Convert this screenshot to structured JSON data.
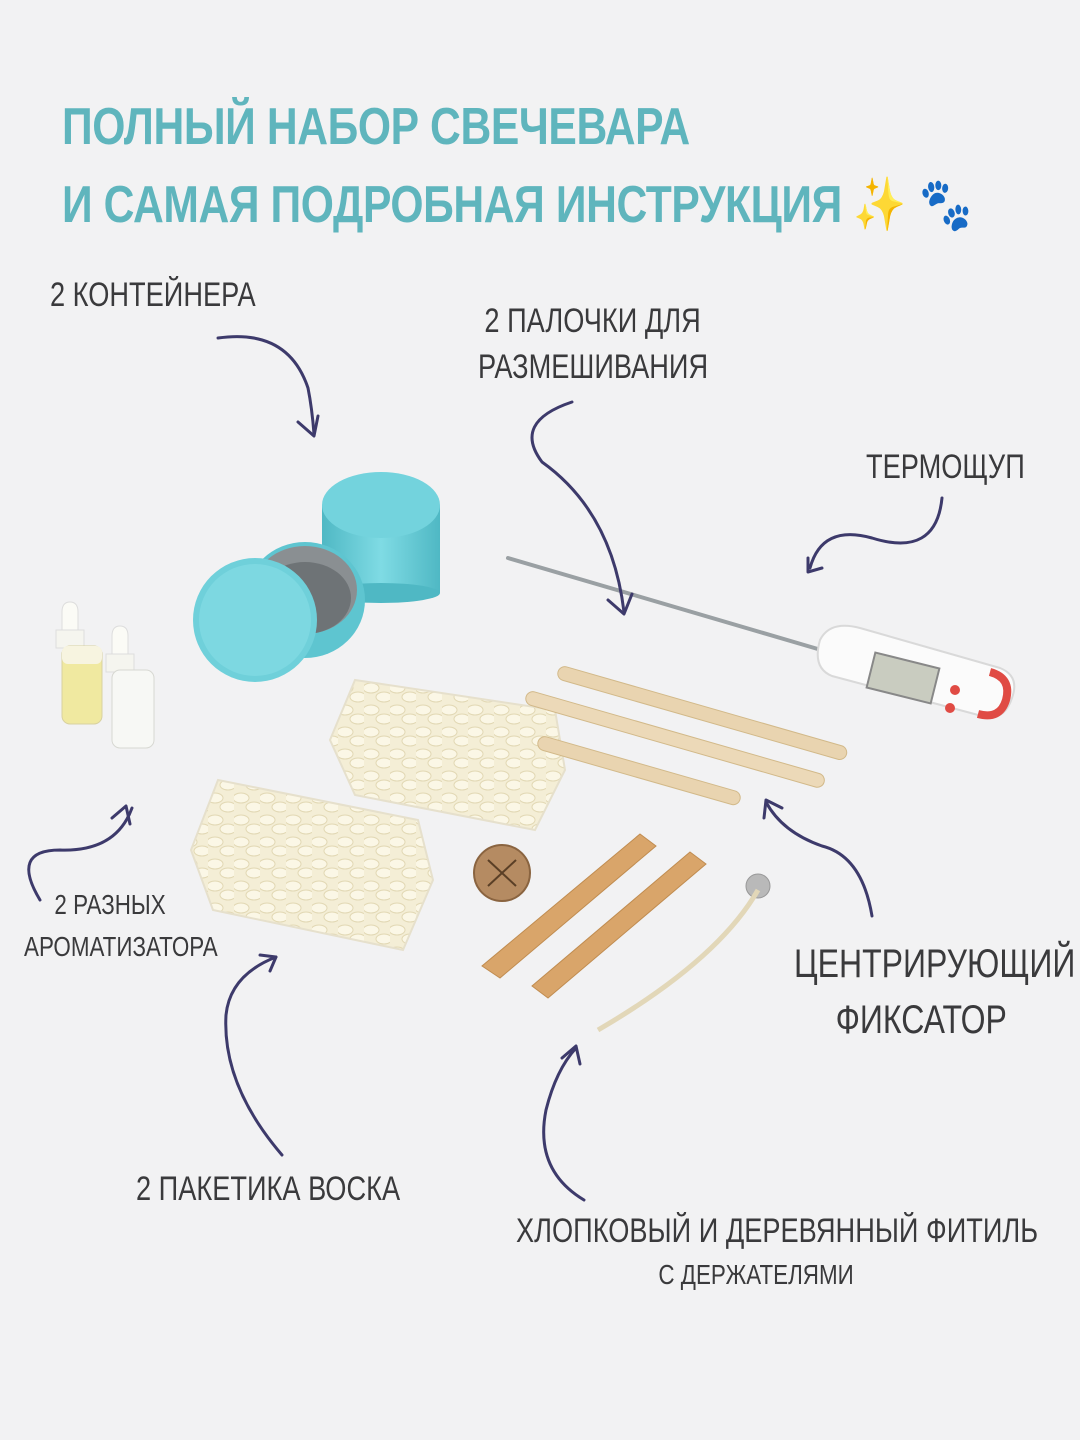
{
  "title": {
    "line1": "ПОЛНЫЙ НАБОР СВЕЧЕВАРА",
    "line2": "И САМАЯ ПОДРОБНАЯ ИНСТРУКЦИЯ",
    "emoji": "✨ 🐾"
  },
  "labels": {
    "containers": "2 КОНТЕЙНЕРА",
    "sticks_line1": "2 ПАЛОЧКИ ДЛЯ",
    "sticks_line2": "РАЗМЕШИВАНИЯ",
    "thermometer": "ТЕРМОЩУП",
    "flavors_line1": "2 РАЗНЫХ",
    "flavors_line2": "АРОМАТИЗАТОРА",
    "fixer_line1": "ЦЕНТРИРУЮЩИЙ",
    "fixer_line2": "ФИКСАТОР",
    "wax": "2 ПАКЕТИКА ВОСКА",
    "wicks_line1": "ХЛОПКОВЫЙ И ДЕРЕВЯННЫЙ ФИТИЛЬ",
    "wicks_line2": "С ДЕРЖАТЕЛЯМИ"
  },
  "colors": {
    "title": "#5fb5bd",
    "text": "#3a3a3c",
    "arrow": "#3d3a6b",
    "tin": "#6fd0da",
    "wood": "#e9d4b0",
    "wax": "#f5f0dc"
  }
}
